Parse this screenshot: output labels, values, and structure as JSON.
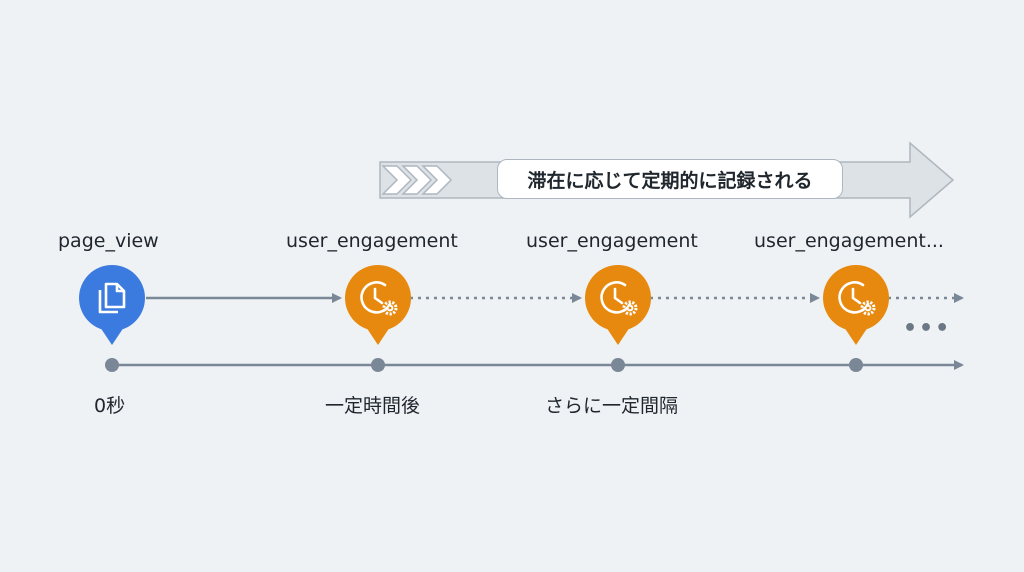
{
  "banner": {
    "label": "滞在に応じて定期的に記録される"
  },
  "events": [
    {
      "name": "page_view",
      "time_label": "0秒",
      "icon": "document-copy-icon",
      "color": "#3b7be0"
    },
    {
      "name": "user_engagement",
      "time_label": "一定時間後",
      "icon": "clock-gear-icon",
      "color": "#e8890f"
    },
    {
      "name": "user_engagement",
      "time_label": "さらに一定間隔",
      "icon": "clock-gear-icon",
      "color": "#e8890f"
    },
    {
      "name": "user_engagement...",
      "time_label": "",
      "icon": "clock-gear-icon",
      "color": "#e8890f"
    }
  ],
  "continuation": "•••",
  "colors": {
    "background": "#eef2f5",
    "page_view": "#3b7be0",
    "user_engagement": "#e8890f",
    "timeline": "#7a8796",
    "banner_arrow_fill": "#dde2e7",
    "banner_arrow_stroke": "#aeb6bf"
  }
}
